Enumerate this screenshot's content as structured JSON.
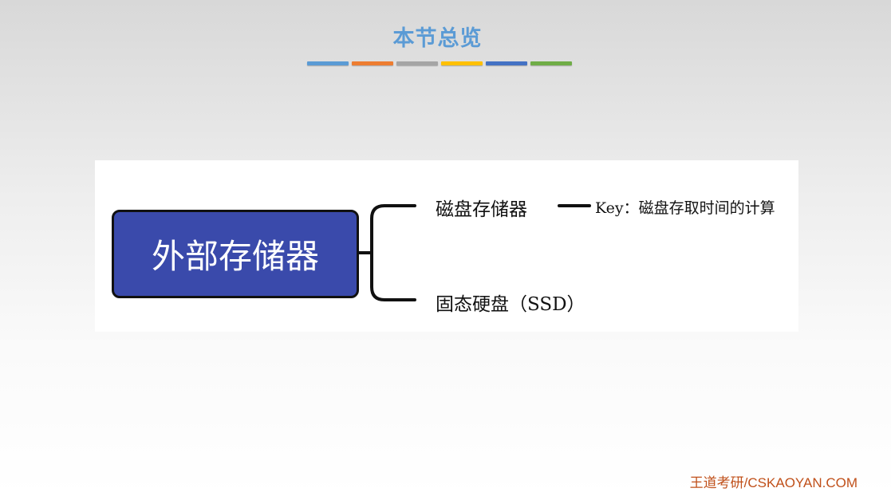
{
  "slide": {
    "title": "本节总览",
    "title_color": "#5b9bd5",
    "color_bars": [
      "#5b9bd5",
      "#ed7d31",
      "#a5a5a5",
      "#ffc000",
      "#4472c4",
      "#70ad47"
    ]
  },
  "diagram": {
    "root": {
      "label": "外部存储器",
      "fill": "#3a4aab"
    },
    "branches": [
      {
        "label": "磁盘存储器",
        "children": [
          {
            "label": "Key：磁盘存取时间的计算"
          }
        ]
      },
      {
        "label": "固态硬盘（SSD）",
        "children": []
      }
    ]
  },
  "footer": {
    "text": "王道考研/CSKAOYAN.COM",
    "color": "#c0501a"
  }
}
